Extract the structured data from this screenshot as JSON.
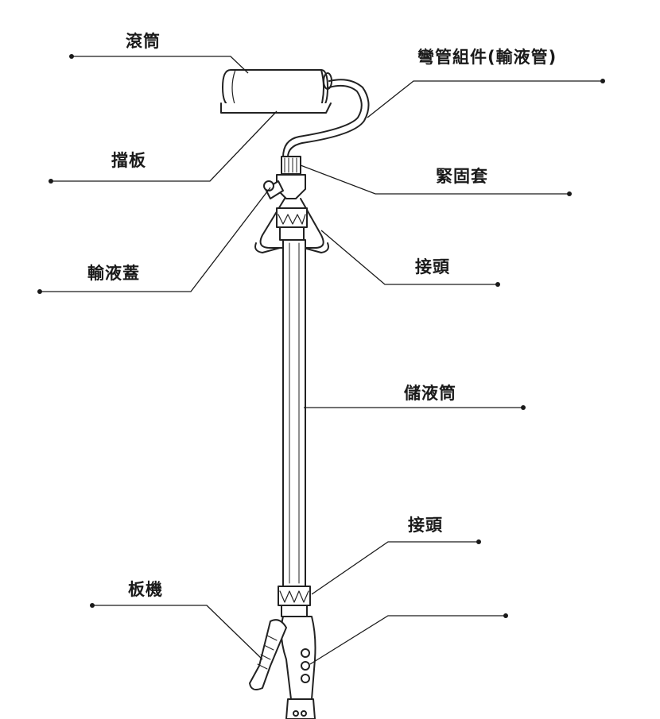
{
  "labels": {
    "roller": "滾筒",
    "bend_tube": "彎管組件(輸液管)",
    "baffle": "擋板",
    "fastening_sleeve": "緊固套",
    "fill_cap": "輸液蓋",
    "joint_top": "接頭",
    "reservoir": "儲液筒",
    "joint_bottom": "接頭",
    "trigger": "板機"
  },
  "colors": {
    "line": "#1a1a1a",
    "stroke": "#222222",
    "fill": "#ffffff"
  }
}
